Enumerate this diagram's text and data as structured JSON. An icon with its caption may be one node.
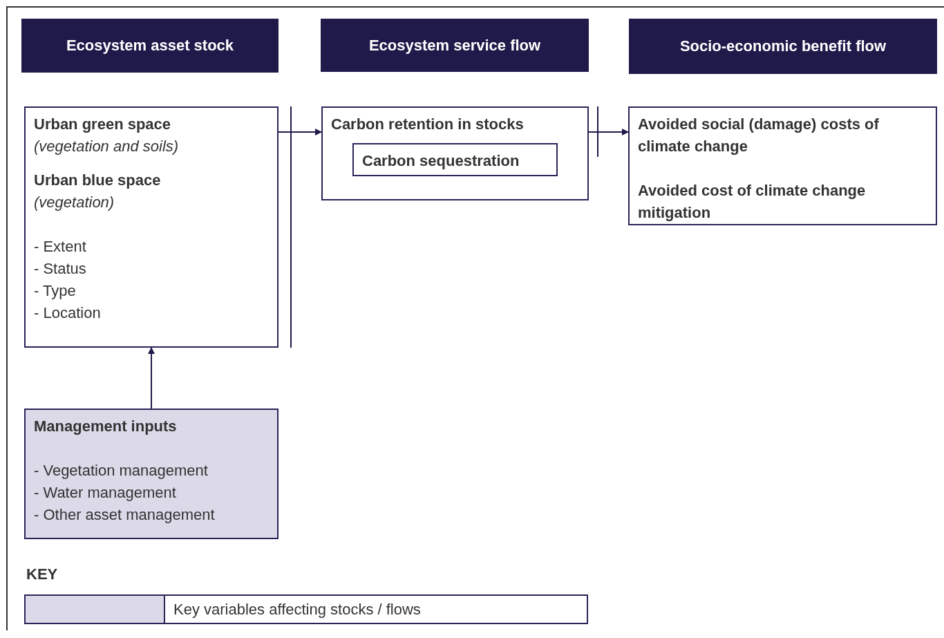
{
  "diagram": {
    "nodes": [
      {
        "text": [
          "Ecosystem asset stock"
        ]
      },
      {
        "text": [
          "Ecosystem service flow"
        ]
      },
      {
        "text": [
          "Socio-economic benefit flow"
        ]
      },
      {
        "text": [
          "Urban green space",
          "(vegetation and soils)",
          "Urban blue space",
          "(vegetation)",
          "- Extent",
          "- Status",
          "- Type",
          "- Location"
        ]
      },
      {
        "text": [
          "Carbon retention in stocks"
        ]
      },
      {
        "text": [
          "Carbon sequestration"
        ],
        "in": 4
      },
      {
        "text": [
          "Avoided social (damage) costs of climate change",
          "Avoided cost of climate change mitigation"
        ]
      },
      {
        "text": [
          "Management inputs",
          "- Vegetation management",
          "- Water management",
          "- Other asset management"
        ]
      }
    ],
    "edges": [
      {
        "from": 7,
        "to": 3,
        "arrow": "to"
      },
      {
        "from": 3,
        "to": 4,
        "arrow": "to"
      },
      {
        "from": 4,
        "to": 6,
        "arrow": "to"
      }
    ],
    "labels": [
      "KEY"
    ],
    "legend": [
      {
        "text": "Key variables affecting stocks / flows",
        "color": "#dcd9e8"
      }
    ]
  }
}
